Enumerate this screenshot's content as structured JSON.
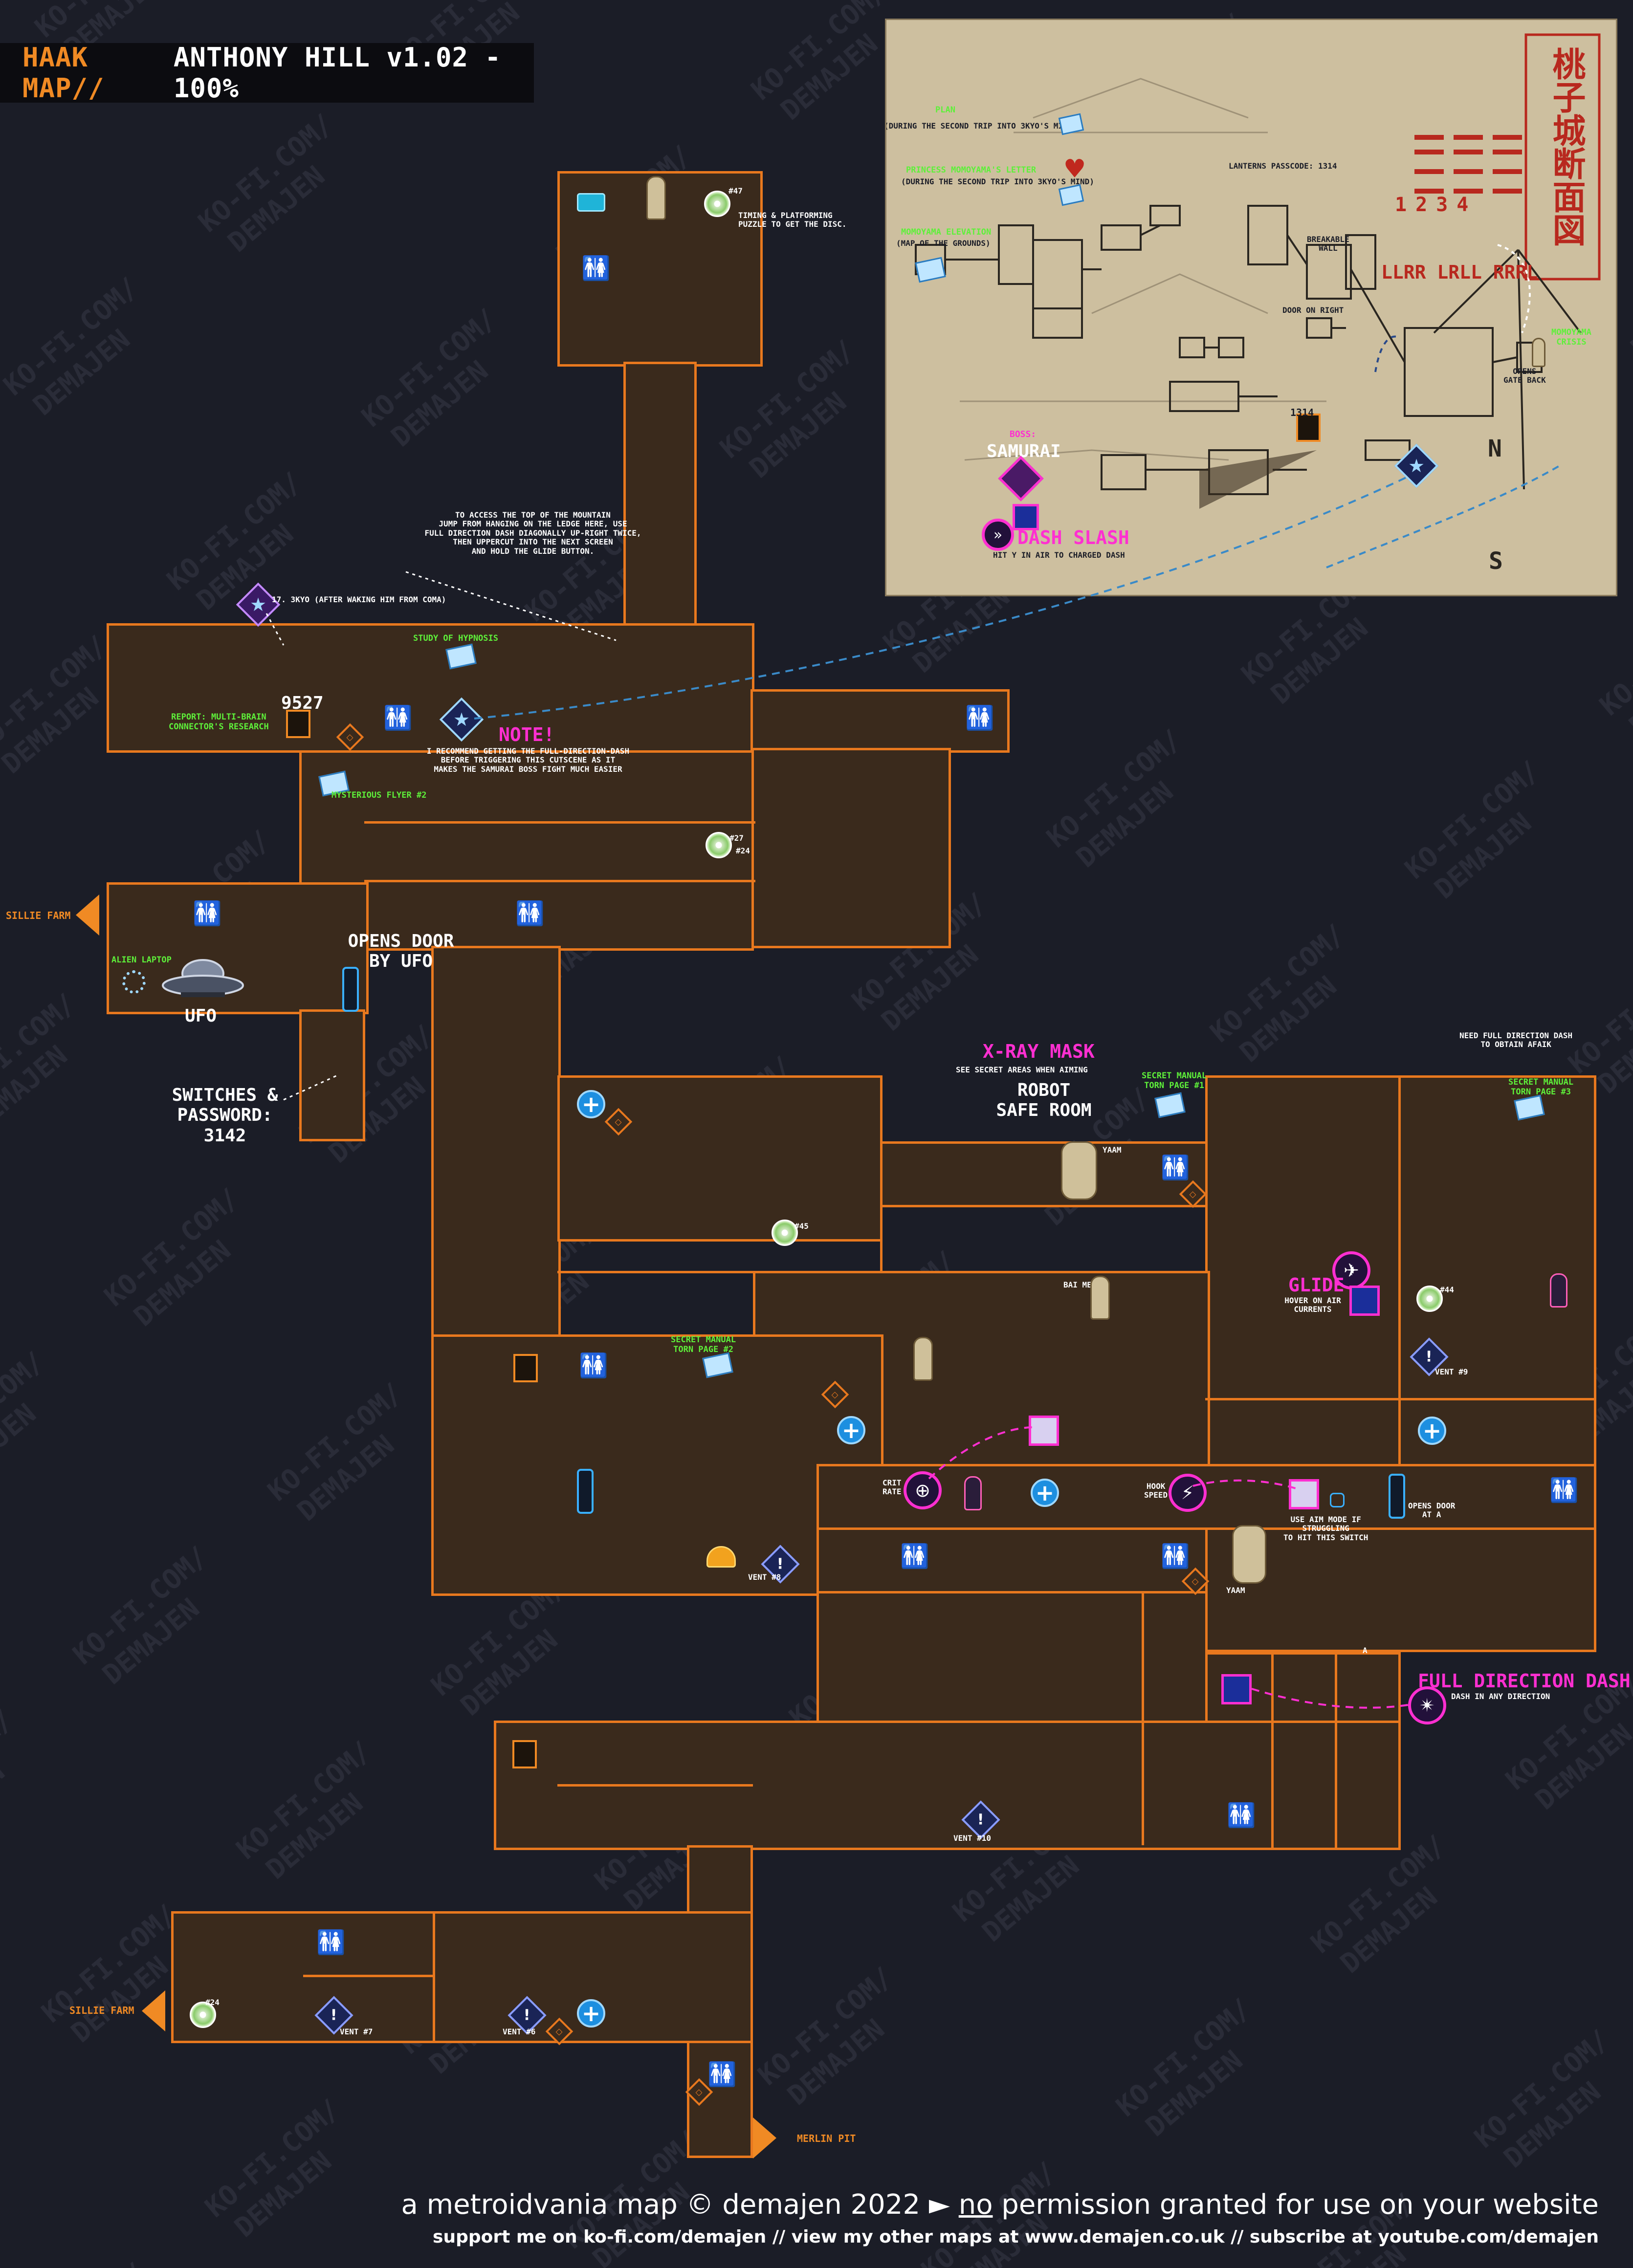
{
  "header": {
    "brand": "HAAK MAP//",
    "title": "ANTHONY HILL v1.02 - 100%"
  },
  "colors": {
    "background": "#1b1d27",
    "room_fill": "#3a2a1c",
    "room_border": "#e8781e",
    "ability": "#ff2fd1",
    "collectible_label": "#5ef03a",
    "save": "#1d8fe0"
  },
  "watermark": "KO-FI.COM/ DEMAJEN",
  "labels": {
    "disc47": "#47",
    "disc47_note": "TIMING & PLATFORMING\nPUZZLE TO GET THE DISC.",
    "climb_note": "TO ACCESS THE TOP OF THE MOUNTAIN\nJUMP FROM HANGING ON THE LEDGE HERE, USE\nFULL DIRECTION DASH DIAGONALLY UP-RIGHT TWICE,\nTHEN UPPERCUT INTO THE NEXT SCREEN\nAND HOLD THE GLIDE BUTTON.",
    "kyo_star": "17. 3KYO (AFTER WAKING HIM FROM COMA)",
    "study_hypnosis": "STUDY OF HYPNOSIS",
    "code_9527": "9527",
    "report": "REPORT: MULTI-BRAIN\nCONNECTOR'S RESEARCH",
    "note_title": "NOTE!",
    "note_body": "I RECOMMEND GETTING THE FULL-DIRECTION-DASH\nBEFORE TRIGGERING THIS CUTSCENE AS IT\nMAKES THE SAMURAI BOSS FIGHT MUCH EASIER",
    "mysterious_flyer": "MYSTERIOUS FLYER #2",
    "disc27": "#27",
    "disc24_top": "#24",
    "sillie_farm_top": "SILLIE FARM",
    "alien_laptop": "ALIEN LAPTOP",
    "ufo": "UFO",
    "opens_door_ufo": "OPENS DOOR\nBY UFO",
    "switches": "SWITCHES &\nPASSWORD: 3142",
    "xray_title": "X-RAY MASK",
    "xray_desc": "SEE SECRET AREAS WHEN AIMING",
    "robot_safe": "ROBOT\nSAFE ROOM",
    "secret_manual_1": "SECRET MANUAL\nTORN PAGE #1",
    "yaam_top": "YAAM",
    "need_dash": "NEED FULL DIRECTION DASH\nTO OBTAIN AFAIK",
    "secret_manual_3": "SECRET MANUAL\nTORN PAGE #3",
    "disc45": "#45",
    "bai_mei": "BAI MEI",
    "glide_title": "GLIDE",
    "glide_desc": "HOVER ON AIR\nCURRENTS",
    "disc44": "#44",
    "vent9": "VENT #9",
    "secret_manual_2": "SECRET MANUAL\nTORN PAGE #2",
    "crit_rate": "CRIT\nRATE",
    "hook_speed": "HOOK\nSPEED",
    "aim_mode": "USE AIM MODE IF\nSTRUGGLING\nTO HIT THIS SWITCH",
    "opens_door_a": "OPENS DOOR\nAT A",
    "yaam_mid": "YAAM",
    "vent8": "VENT #8",
    "marker_a": "A",
    "fdd_title": "FULL DIRECTION DASH",
    "fdd_desc": "DASH IN ANY DIRECTION",
    "vent10": "VENT #10",
    "disc24_bottom": "#24",
    "sillie_farm_bottom": "SILLIE FARM",
    "vent7": "VENT #7",
    "vent6": "VENT #6",
    "merlin_pit": "MERLIN PIT"
  },
  "scroll": {
    "plan": "PLAN",
    "plan_sub": "(DURING THE SECOND TRIP INTO 3KYO'S MIND)",
    "letter": "PRINCESS MOMOYAMA'S LETTER",
    "letter_sub": "(DURING THE SECOND TRIP INTO 3KYO'S MIND)",
    "elevation": "MOMOYAMA ELEVATION",
    "elevation_sub": "(MAP OF THE GROUNDS)",
    "lanterns": "LANTERNS PASSCODE: 1314",
    "breakable": "BREAKABLE\nWALL",
    "door_right": "DOOR ON RIGHT",
    "code_text": "LLRR LRLL RRRL",
    "circles": "1234",
    "opens_gate": "OPENS\nGATE BACK",
    "momoyama_crisis": "MOMOYAMA\nCRISIS",
    "code_1314": "1314",
    "boss_label": "BOSS:",
    "boss_name": "SAMURAI",
    "dash_slash": "DASH SLASH",
    "dash_slash_desc": "HIT Y IN AIR TO CHARGED DASH",
    "kanji": "桃子城断面図",
    "compass_n": "N",
    "compass_s": "S"
  },
  "footer": {
    "line1_a": "a metroidvania map © demajen 2022 ► ",
    "line1_b": "no",
    "line1_c": " permission granted for use on your website",
    "line2": "support me on ko-fi.com/demajen // view my other maps at www.demajen.co.uk // subscribe at youtube.com/demajen"
  }
}
